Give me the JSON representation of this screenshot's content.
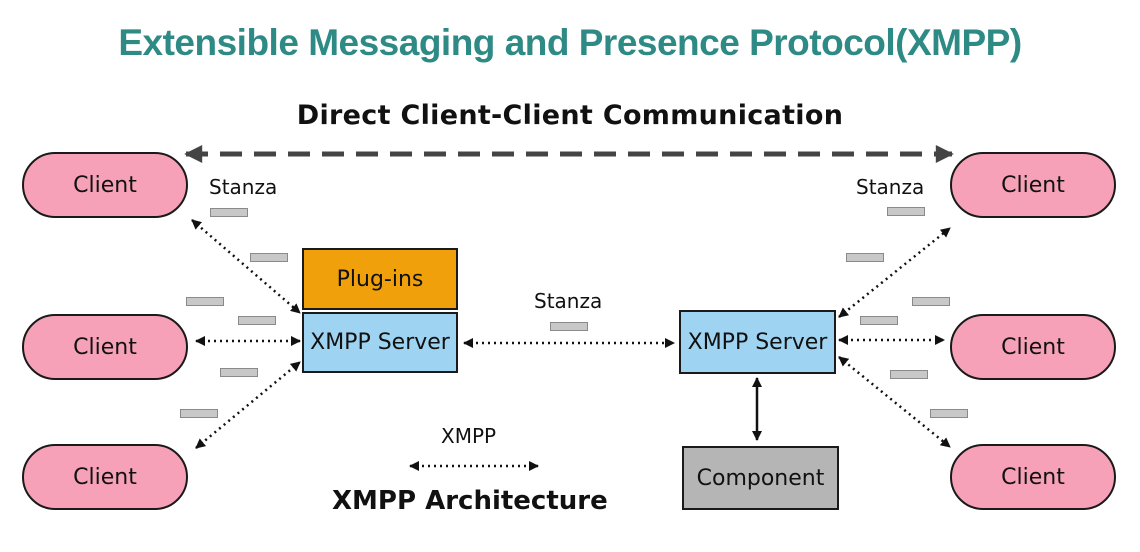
{
  "title": "Extensible Messaging and Presence Protocol(XMPP)",
  "subtitle": "Direct Client-Client Communication",
  "client_label": "Client",
  "stanza_label": "Stanza",
  "left_server": {
    "plugin_label": "Plug-ins",
    "server_label": "XMPP Server"
  },
  "right_server": {
    "server_label": "XMPP Server",
    "component_label": "Component"
  },
  "legend": {
    "label": "XMPP"
  },
  "caption": "XMPP Architecture",
  "colors": {
    "title": "#2e8a84",
    "client_fill": "#f6a1b8",
    "server_fill": "#9fd3f2",
    "plugin_fill": "#f0a00a",
    "component_fill": "#b5b5b5"
  }
}
